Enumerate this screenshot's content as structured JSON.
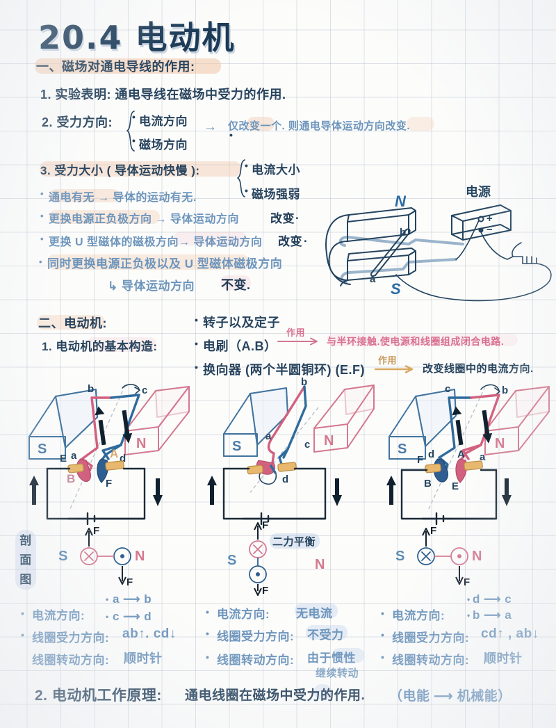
{
  "page": {
    "title": "20.4 电动机",
    "paper": "grid",
    "colors": {
      "ink": "#24445f",
      "light_blue_ink": "#6d95bc",
      "pink": "#d4788f",
      "tan": "#c89a5b",
      "highlight_peach": "#f0c4a8",
      "highlight_pink": "#f0afbe",
      "highlight_blue": "#b0c4e7"
    }
  },
  "section1": {
    "heading": "一、磁场对通电导线的作用:",
    "item1": "1. 实验表明: 通电导线在磁场中受力的作用.",
    "item2_label": "2. 受力方向:",
    "item2_a": "电流方向",
    "item2_b": "磁场方向",
    "item2_arrow": "→",
    "item2_note": "仅改变一个. 则通电导体运动方向改变.",
    "item3_label": "3. 受力大小 ( 导体运动快慢 ):",
    "item3_a": "电流大小",
    "item3_b": "磁场强弱",
    "bullets": [
      {
        "text": "通电有无 → 导体的运动有无.",
        "emph": ""
      },
      {
        "text": "更换电源正负极方向 → 导体运动方向",
        "emph": "改变"
      },
      {
        "text": "更换 U 型磁体的磁极方向→ 导体运动方向",
        "emph": "改变"
      },
      {
        "text": "同时更换电源正负极以及 U 型磁体磁极方向",
        "emph": ""
      }
    ],
    "bullet4_sub": "↳ 导体运动方向",
    "bullet4_sub_emph": "不变."
  },
  "experiment_diagram": {
    "label_power": "电源",
    "label_N": "N",
    "label_S": "S",
    "label_a": "a",
    "label_b": "b",
    "terminal_plus": "+",
    "terminal_minus": "−"
  },
  "section2": {
    "heading": "二、电动机:",
    "sub1": "1. 电动机的基本构造:",
    "parts": [
      {
        "bullet": "转子以及定子",
        "arrow_label": "",
        "effect": ""
      },
      {
        "bullet": "电刷（A.B）",
        "arrow_label": "作用",
        "effect": "与半环接触.使电源和线圈组成闭合电路."
      },
      {
        "bullet": "换向器 (两个半圆铜环) (E.F)",
        "arrow_label": "作用",
        "effect": "改变线圈中的电流方向."
      }
    ],
    "sub2_number": "2. 电动机工作原理:",
    "sub2_text": "通电线圈在磁场中受力的作用.",
    "sub2_paren": "（电能 ⟶ 机械能）"
  },
  "motor_stages": [
    {
      "id": "stage1",
      "magnet_left": "S",
      "magnet_right": "N",
      "coil_labels": [
        "b",
        "c",
        "a",
        "d"
      ],
      "brush_labels": [
        "E",
        "A"
      ],
      "contact_labels": [
        "B",
        "F"
      ],
      "rotation_icon": "curved-arrow",
      "coil_arrow_left": "up",
      "coil_arrow_right": "down"
    },
    {
      "id": "stage2",
      "magnet_left": "S",
      "magnet_right": "N",
      "coil_labels": [
        "b",
        "a",
        "c",
        "d"
      ],
      "brush_labels": [],
      "contact_labels": [],
      "rotation_icon": "",
      "coil_arrow_left": "",
      "coil_arrow_right": ""
    },
    {
      "id": "stage3",
      "magnet_left": "S",
      "magnet_right": "N",
      "coil_labels": [
        "c",
        "b",
        "d",
        "a"
      ],
      "brush_labels": [
        "F",
        "A"
      ],
      "contact_labels": [
        "B",
        "E"
      ],
      "rotation_icon": "curved-arrow",
      "coil_arrow_left": "up",
      "coil_arrow_right": "down"
    }
  ],
  "cross_section": {
    "side_label": "剖面图",
    "balance_note": "二力平衡",
    "views": [
      {
        "left": "S",
        "right": "N",
        "top_force": "F",
        "bottom_force": "F",
        "layout": "horizontal"
      },
      {
        "left": "S",
        "right": "N",
        "top_force": "F",
        "bottom_force": "F",
        "layout": "vertical"
      },
      {
        "left": "S",
        "right": "N",
        "top_force": "F",
        "bottom_force": "F",
        "layout": "horizontal"
      }
    ]
  },
  "conclusions": [
    {
      "current_label": "电流方向:",
      "current_values": [
        "a ⟶ b",
        "c ⟶ d"
      ],
      "force_label": "线圈受力方向:",
      "force_value": "ab↑. cd↓",
      "rotation_label": "线圈转动方向:",
      "rotation_value": "顺时针",
      "rotation_value2": ""
    },
    {
      "current_label": "电流方向:",
      "current_values": [
        "无电流"
      ],
      "force_label": "线圈受力方向:",
      "force_value": "不受力",
      "rotation_label": "线圈转动方向:",
      "rotation_value": "由于惯性",
      "rotation_value2": "继续转动"
    },
    {
      "current_label": "电流方向:",
      "current_values": [
        "d ⟶ c",
        "b ⟶ a"
      ],
      "force_label": "线圈受力方向:",
      "force_value": "cd↑ , ab↓",
      "rotation_label": "线圈转动方向:",
      "rotation_value": "顺时针",
      "rotation_value2": ""
    }
  ]
}
